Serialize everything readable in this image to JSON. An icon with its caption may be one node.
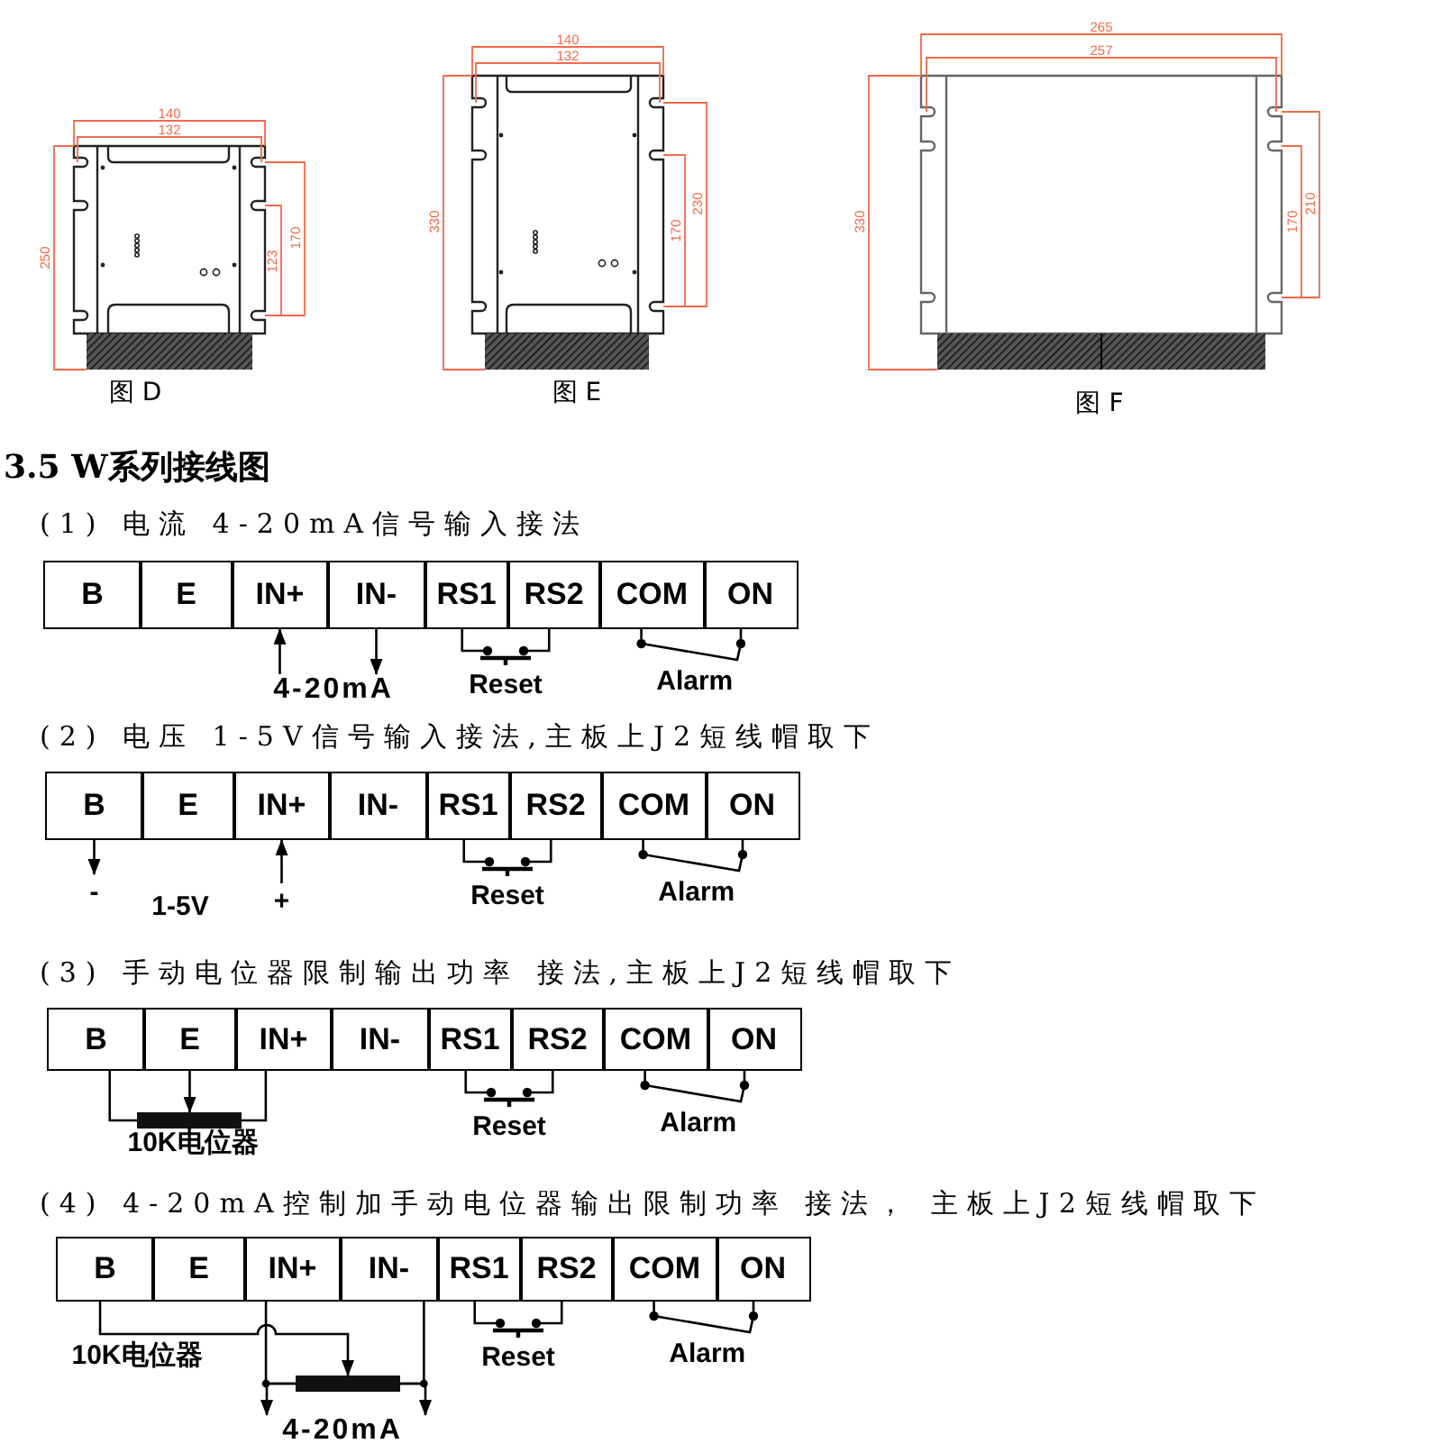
{
  "diagram": {
    "title": "3.5 W系列接线图",
    "nodes": [
      {
        "text": [
          "B"
        ]
      },
      {
        "text": [
          "E"
        ]
      },
      {
        "text": [
          "IN+"
        ]
      },
      {
        "text": [
          "IN-"
        ]
      },
      {
        "text": [
          "RS1"
        ]
      },
      {
        "text": [
          "RS2"
        ]
      },
      {
        "text": [
          "COM"
        ]
      },
      {
        "text": [
          "ON"
        ]
      },
      {
        "text": [
          "B"
        ]
      },
      {
        "text": [
          "E"
        ]
      },
      {
        "text": [
          "IN+"
        ]
      },
      {
        "text": [
          "IN-"
        ]
      },
      {
        "text": [
          "RS1"
        ]
      },
      {
        "text": [
          "RS2"
        ]
      },
      {
        "text": [
          "COM"
        ]
      },
      {
        "text": [
          "ON"
        ]
      },
      {
        "text": [
          "B"
        ]
      },
      {
        "text": [
          "E"
        ]
      },
      {
        "text": [
          "IN+"
        ]
      },
      {
        "text": [
          "IN-"
        ]
      },
      {
        "text": [
          "RS1"
        ]
      },
      {
        "text": [
          "RS2"
        ]
      },
      {
        "text": [
          "COM"
        ]
      },
      {
        "text": [
          "ON"
        ]
      },
      {
        "text": [],
        "shape": "bar",
        "beside": [
          "10K电位器"
        ]
      },
      {
        "text": [
          "B"
        ]
      },
      {
        "text": [
          "E"
        ]
      },
      {
        "text": [
          "IN+"
        ]
      },
      {
        "text": [
          "IN-"
        ]
      },
      {
        "text": [
          "RS1"
        ]
      },
      {
        "text": [
          "RS2"
        ]
      },
      {
        "text": [
          "COM"
        ]
      },
      {
        "text": [
          "ON"
        ]
      },
      {
        "text": [],
        "shape": "bar"
      },
      {
        "text": [
          "4-20mA"
        ]
      },
      {
        "text": [
          "4-20mA"
        ]
      }
    ],
    "edges": [
      {
        "from": 34,
        "to": 2,
        "arrow": "to"
      },
      {
        "from": 3,
        "to": 34,
        "arrow": "to"
      },
      {
        "from": 4,
        "to": 5,
        "arrow": "none",
        "label": "Reset"
      },
      {
        "from": 6,
        "to": 7,
        "arrow": "none",
        "label": "Alarm"
      },
      {
        "from": 8,
        "to": null,
        "arrow": "to",
        "label": "-"
      },
      {
        "from": null,
        "to": 10,
        "arrow": "to",
        "label": "+"
      },
      {
        "from": 12,
        "to": 13,
        "arrow": "none",
        "label": "Reset"
      },
      {
        "from": 14,
        "to": 15,
        "arrow": "none",
        "label": "Alarm"
      },
      {
        "from": 16,
        "to": 24,
        "arrow": "none"
      },
      {
        "from": 17,
        "to": 24,
        "arrow": "to"
      },
      {
        "from": 18,
        "to": 24,
        "arrow": "none"
      },
      {
        "from": 20,
        "to": 21,
        "arrow": "none",
        "label": "Reset"
      },
      {
        "from": 22,
        "to": 23,
        "arrow": "none",
        "label": "Alarm"
      },
      {
        "from": 25,
        "to": 33,
        "arrow": "to"
      },
      {
        "from": 27,
        "to": 33,
        "arrow": "none"
      },
      {
        "from": 28,
        "to": 33,
        "arrow": "none"
      },
      {
        "from": 33,
        "to": 35,
        "arrow": "to"
      },
      {
        "from": 33,
        "to": 35,
        "arrow": "to"
      },
      {
        "from": 29,
        "to": 30,
        "arrow": "none",
        "label": "Reset"
      },
      {
        "from": 31,
        "to": 32,
        "arrow": "none",
        "label": "Alarm"
      }
    ],
    "labels": [
      "140",
      "132",
      "250",
      "170",
      "123",
      "图 D",
      "140",
      "132",
      "330",
      "230",
      "170",
      "图 E",
      "265",
      "257",
      "330",
      "210",
      "170",
      "图 F",
      "(1) 电流 4-20mA信号输入接法",
      "(2) 电压 1-5V信号输入接法,主板上J2短线帽取下",
      "1-5V",
      "(3) 手动电位器限制输出功率 接法,主板上J2短线帽取下",
      "(4) 4-20mA控制加手动电位器输出限制功率 接法， 主板上J2短线帽取下",
      "10K电位器"
    ]
  }
}
